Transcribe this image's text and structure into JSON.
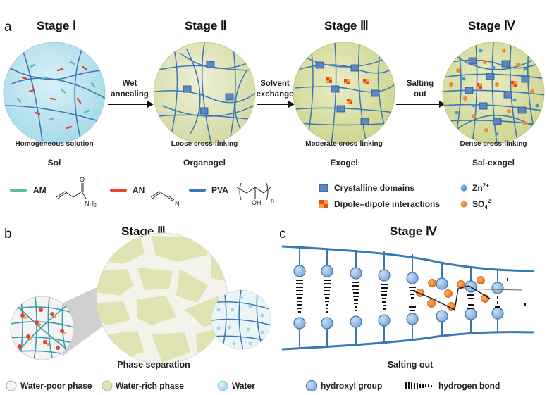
{
  "panels": {
    "a": "a",
    "b": "b",
    "c": "c"
  },
  "panel_a": {
    "stages": [
      {
        "title": "Stage Ⅰ",
        "caption": "Homogeneous solution",
        "name": "Sol"
      },
      {
        "title": "Stage Ⅱ",
        "caption": "Loose cross-linking",
        "name": "Organogel"
      },
      {
        "title": "Stage Ⅲ",
        "caption": "Moderate cross-linking",
        "name": "Exogel"
      },
      {
        "title": "Stage Ⅳ",
        "caption": "Dense cross-linking",
        "name": "Sal-exogel"
      }
    ],
    "arrows": [
      {
        "line1": "Wet",
        "line2": "annealing"
      },
      {
        "line1": "Solvent",
        "line2": "exchange"
      },
      {
        "line1": "Salting",
        "line2": "out"
      }
    ],
    "legend": {
      "am": "AM",
      "an": "AN",
      "pva": "PVA",
      "nh2": "NH",
      "nh2_sub": "2",
      "o": "O",
      "n": "N",
      "oh": "OH",
      "n_sub": "n",
      "crystalline": "Crystalline domains",
      "dipole": "Dipole–dipole interactions",
      "zn": "Zn",
      "zn_sup": "2+",
      "so4": "SO",
      "so4_sub": "4",
      "so4_sup": "2−"
    }
  },
  "panel_b": {
    "title": "Stage Ⅲ",
    "caption": "Phase separation",
    "legend": {
      "poor": "Water-poor phase",
      "rich": "Water-rich phase",
      "water": "Water"
    }
  },
  "panel_c": {
    "title": "Stage Ⅳ",
    "caption": "Salting out",
    "legend": {
      "hydroxyl": "hydroxyl group",
      "hbond": "hydrogen bond"
    }
  },
  "colors": {
    "chain": "#3a78b5",
    "am": "#5bbfa8",
    "an": "#e8432e",
    "stage1_bg": "#bfe4ef",
    "gel_bg": "#e2e6c2",
    "zn": "#4b93d1",
    "so4": "#f08a2a",
    "hydroxyl": "#8fb8e3"
  }
}
